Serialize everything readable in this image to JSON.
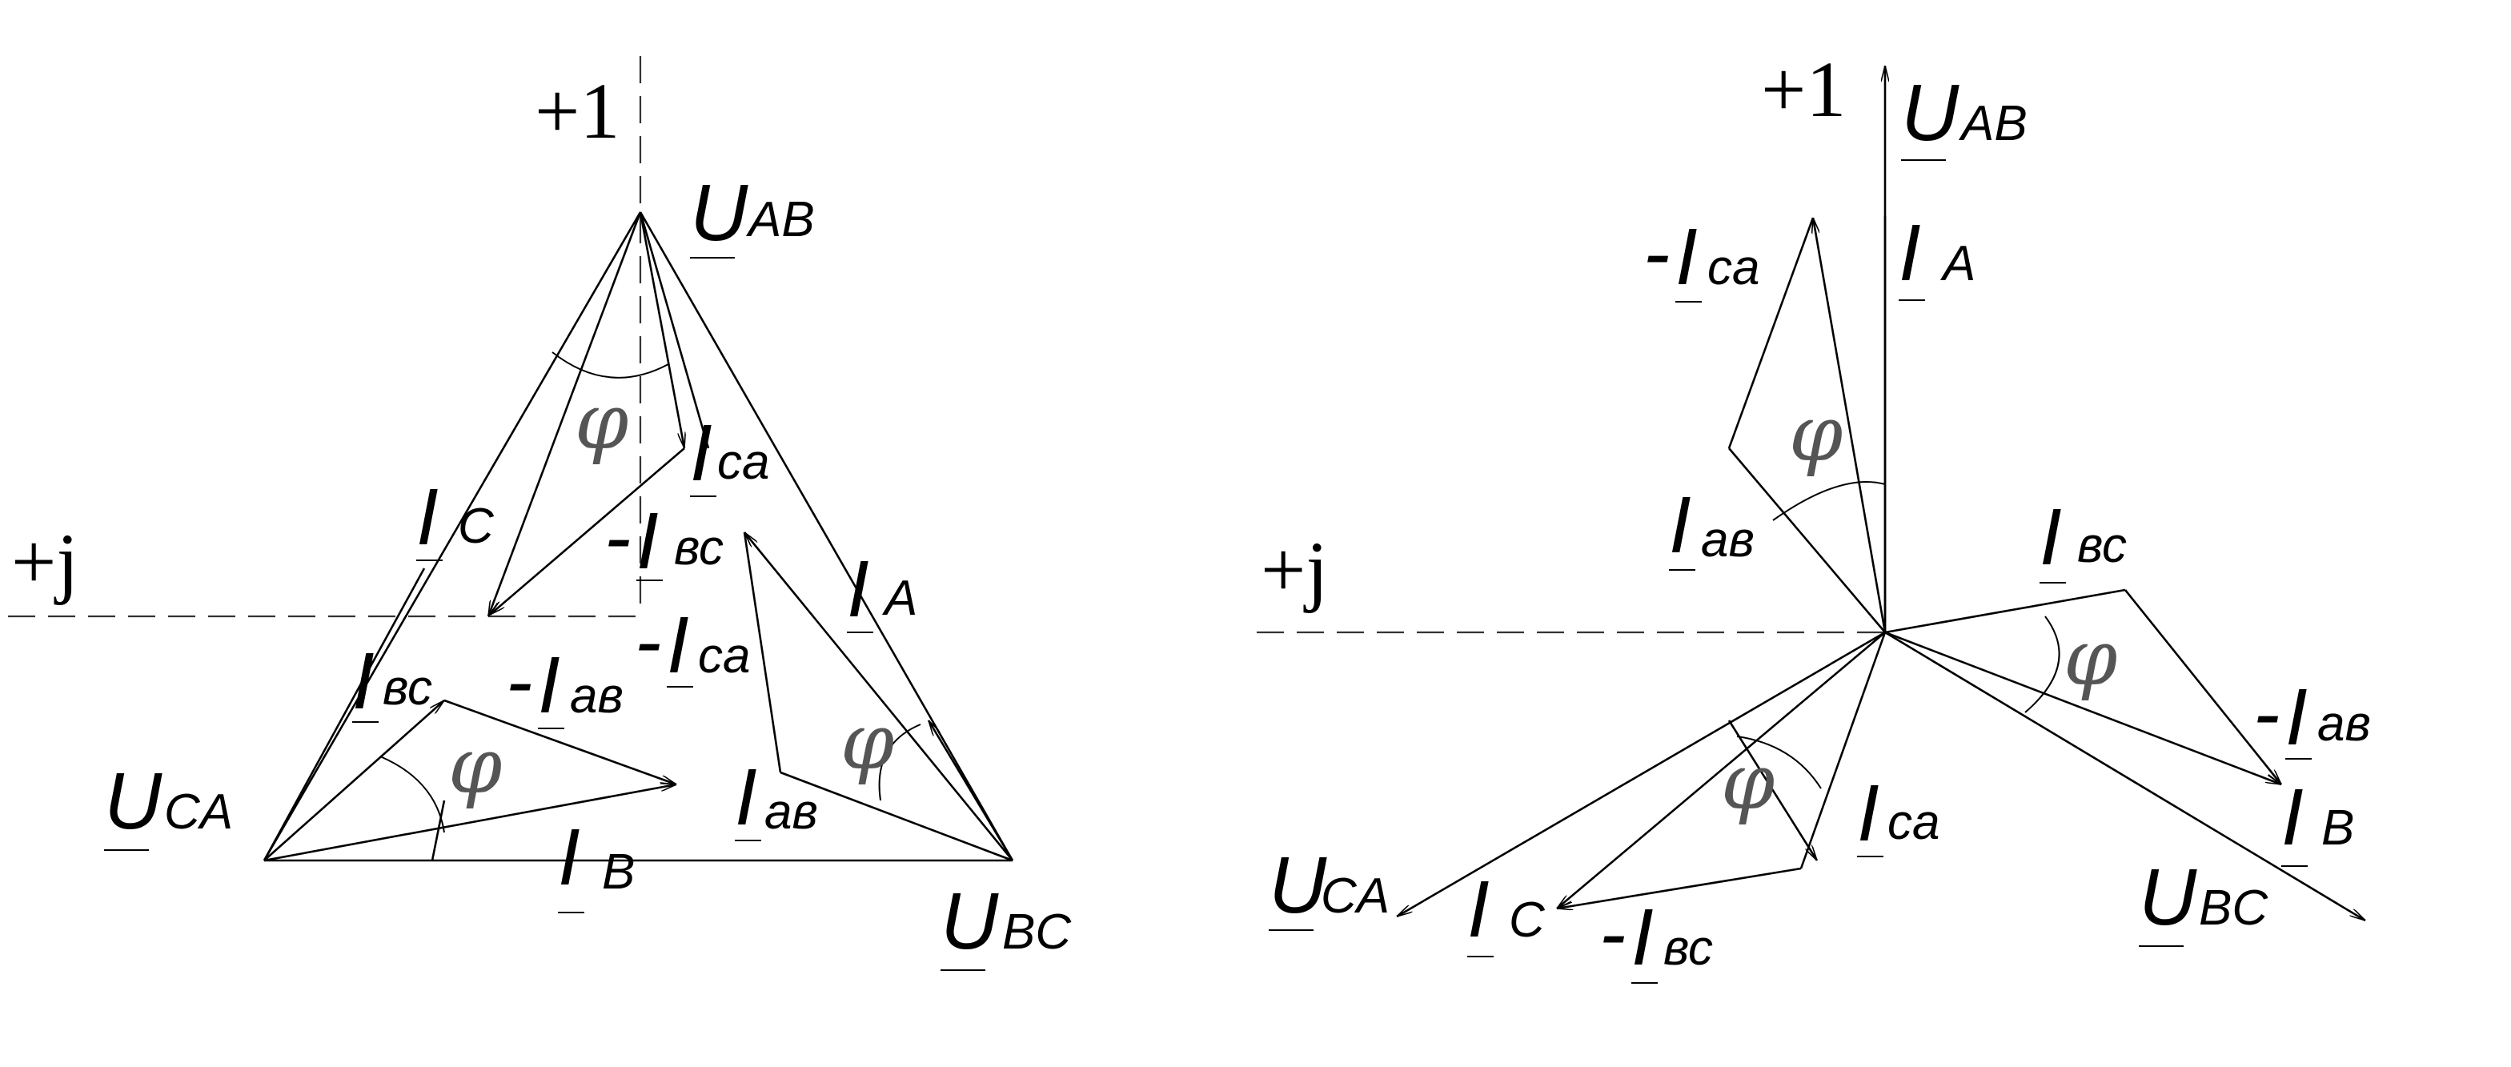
{
  "axes": {
    "real": "+1",
    "imag": "+j"
  },
  "phi_symbol": "φ",
  "left_diagram": {
    "labels": [
      {
        "id": "U_AB",
        "sign": "",
        "main": "U",
        "sub": "AB"
      },
      {
        "id": "I_ca",
        "sign": "",
        "main": "I",
        "sub": "ca"
      },
      {
        "id": "I_C",
        "sign": "",
        "main": "I",
        "sub": "C"
      },
      {
        "id": "neg_I_bc",
        "sign": "-",
        "main": "I",
        "sub": "вс"
      },
      {
        "id": "I_A",
        "sign": "",
        "main": "I",
        "sub": "A"
      },
      {
        "id": "neg_I_ca",
        "sign": "-",
        "main": "I",
        "sub": "ca"
      },
      {
        "id": "I_bc",
        "sign": "",
        "main": "I",
        "sub": "вс"
      },
      {
        "id": "neg_I_ab",
        "sign": "-",
        "main": "I",
        "sub": "ав"
      },
      {
        "id": "U_CA",
        "sign": "",
        "main": "U",
        "sub": "CA"
      },
      {
        "id": "I_ab",
        "sign": "",
        "main": "I",
        "sub": "ав"
      },
      {
        "id": "I_B",
        "sign": "",
        "main": "I",
        "sub": "B"
      },
      {
        "id": "U_BC",
        "sign": "",
        "main": "U",
        "sub": "BC"
      }
    ]
  },
  "right_diagram": {
    "labels": [
      {
        "id": "U_AB",
        "sign": "",
        "main": "U",
        "sub": "AB"
      },
      {
        "id": "neg_I_ca",
        "sign": "-",
        "main": "I",
        "sub": "ca"
      },
      {
        "id": "I_A",
        "sign": "",
        "main": "I",
        "sub": "A"
      },
      {
        "id": "I_ab",
        "sign": "",
        "main": "I",
        "sub": "ав"
      },
      {
        "id": "I_bc",
        "sign": "",
        "main": "I",
        "sub": "вс"
      },
      {
        "id": "neg_I_ab",
        "sign": "-",
        "main": "I",
        "sub": "ав"
      },
      {
        "id": "I_B",
        "sign": "",
        "main": "I",
        "sub": "B"
      },
      {
        "id": "I_ca",
        "sign": "",
        "main": "I",
        "sub": "ca"
      },
      {
        "id": "U_BC",
        "sign": "",
        "main": "U",
        "sub": "BC"
      },
      {
        "id": "U_CA",
        "sign": "",
        "main": "U",
        "sub": "CA"
      },
      {
        "id": "I_C",
        "sign": "",
        "main": "I",
        "sub": "C"
      },
      {
        "id": "neg_I_bc",
        "sign": "-",
        "main": "I",
        "sub": "вс"
      }
    ]
  }
}
